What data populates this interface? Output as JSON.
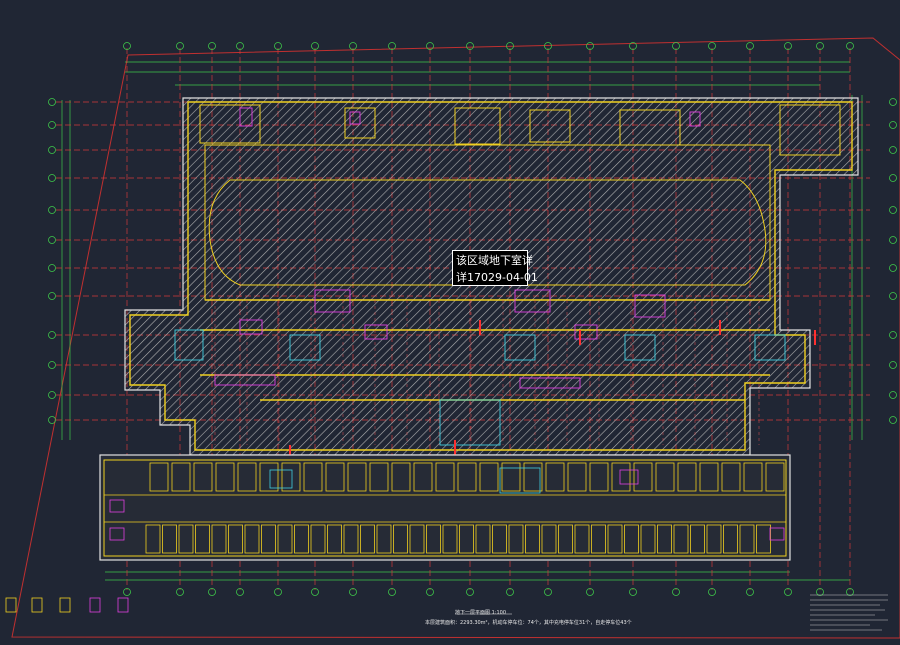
{
  "drawing": {
    "label_line1": "该区域地下室详",
    "label_line2": "详17029-04-01",
    "caption_title": "地下一层平面图  1:100",
    "caption_info": "本层建筑面积：2293.30m²，机动车停车位：74个，其中充电停车位31个，自走停车位43个"
  },
  "colors": {
    "background": "#202634",
    "axis_line": "#d23a3a",
    "dim_line": "#35c842",
    "wall": "#f0d020",
    "hatch": "#b8b8b8",
    "label_bg": "#000000"
  }
}
